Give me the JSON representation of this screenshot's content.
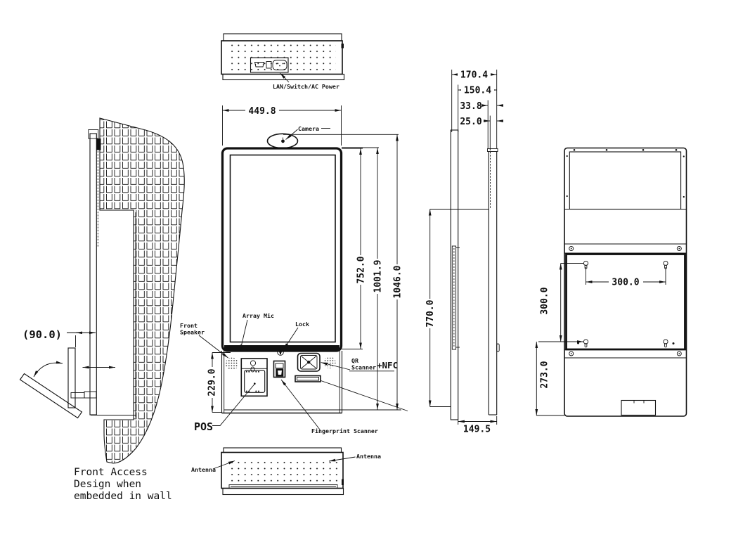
{
  "colors": {
    "ink": "#111111",
    "paper": "#ffffff"
  },
  "views": {
    "top": {
      "ports_label": "LAN/Switch/AC Power"
    },
    "front": {
      "dim_width": "449.8",
      "dim_screen_height": "752.0",
      "dim_body_height": "1001.9",
      "dim_total_height": "1046.0",
      "dim_console_height": "229.0",
      "camera_label": "Camera",
      "array_mic_label": "Array Mic",
      "lock_label": "Lock",
      "front_speaker_label_1": "Front",
      "front_speaker_label_2": "Speaker",
      "pos_label": "POS",
      "fingerprint_label": "Fingerprint Scanner",
      "qr_label_1": "QR",
      "qr_label_2": "Scanner",
      "nfc_label": "+NFC"
    },
    "side": {
      "dim_depth_total": "170.4",
      "dim_depth_body": "150.4",
      "dim_back_box": "33.8",
      "dim_back_inner": "25.0",
      "dim_mount_height": "770.0",
      "dim_base_depth": "149.5"
    },
    "rear": {
      "dim_vesa_width": "300.0",
      "dim_vesa_height": "300.0",
      "dim_bottom_offset": "273.0"
    },
    "wall": {
      "dim_door_swing": "(90.0)",
      "caption_line_1": "Front Access",
      "caption_line_2": "Design when",
      "caption_line_3": "embedded in wall"
    },
    "bottom": {
      "antenna_label_left": "Antenna",
      "antenna_label_right": "Antenna"
    }
  }
}
